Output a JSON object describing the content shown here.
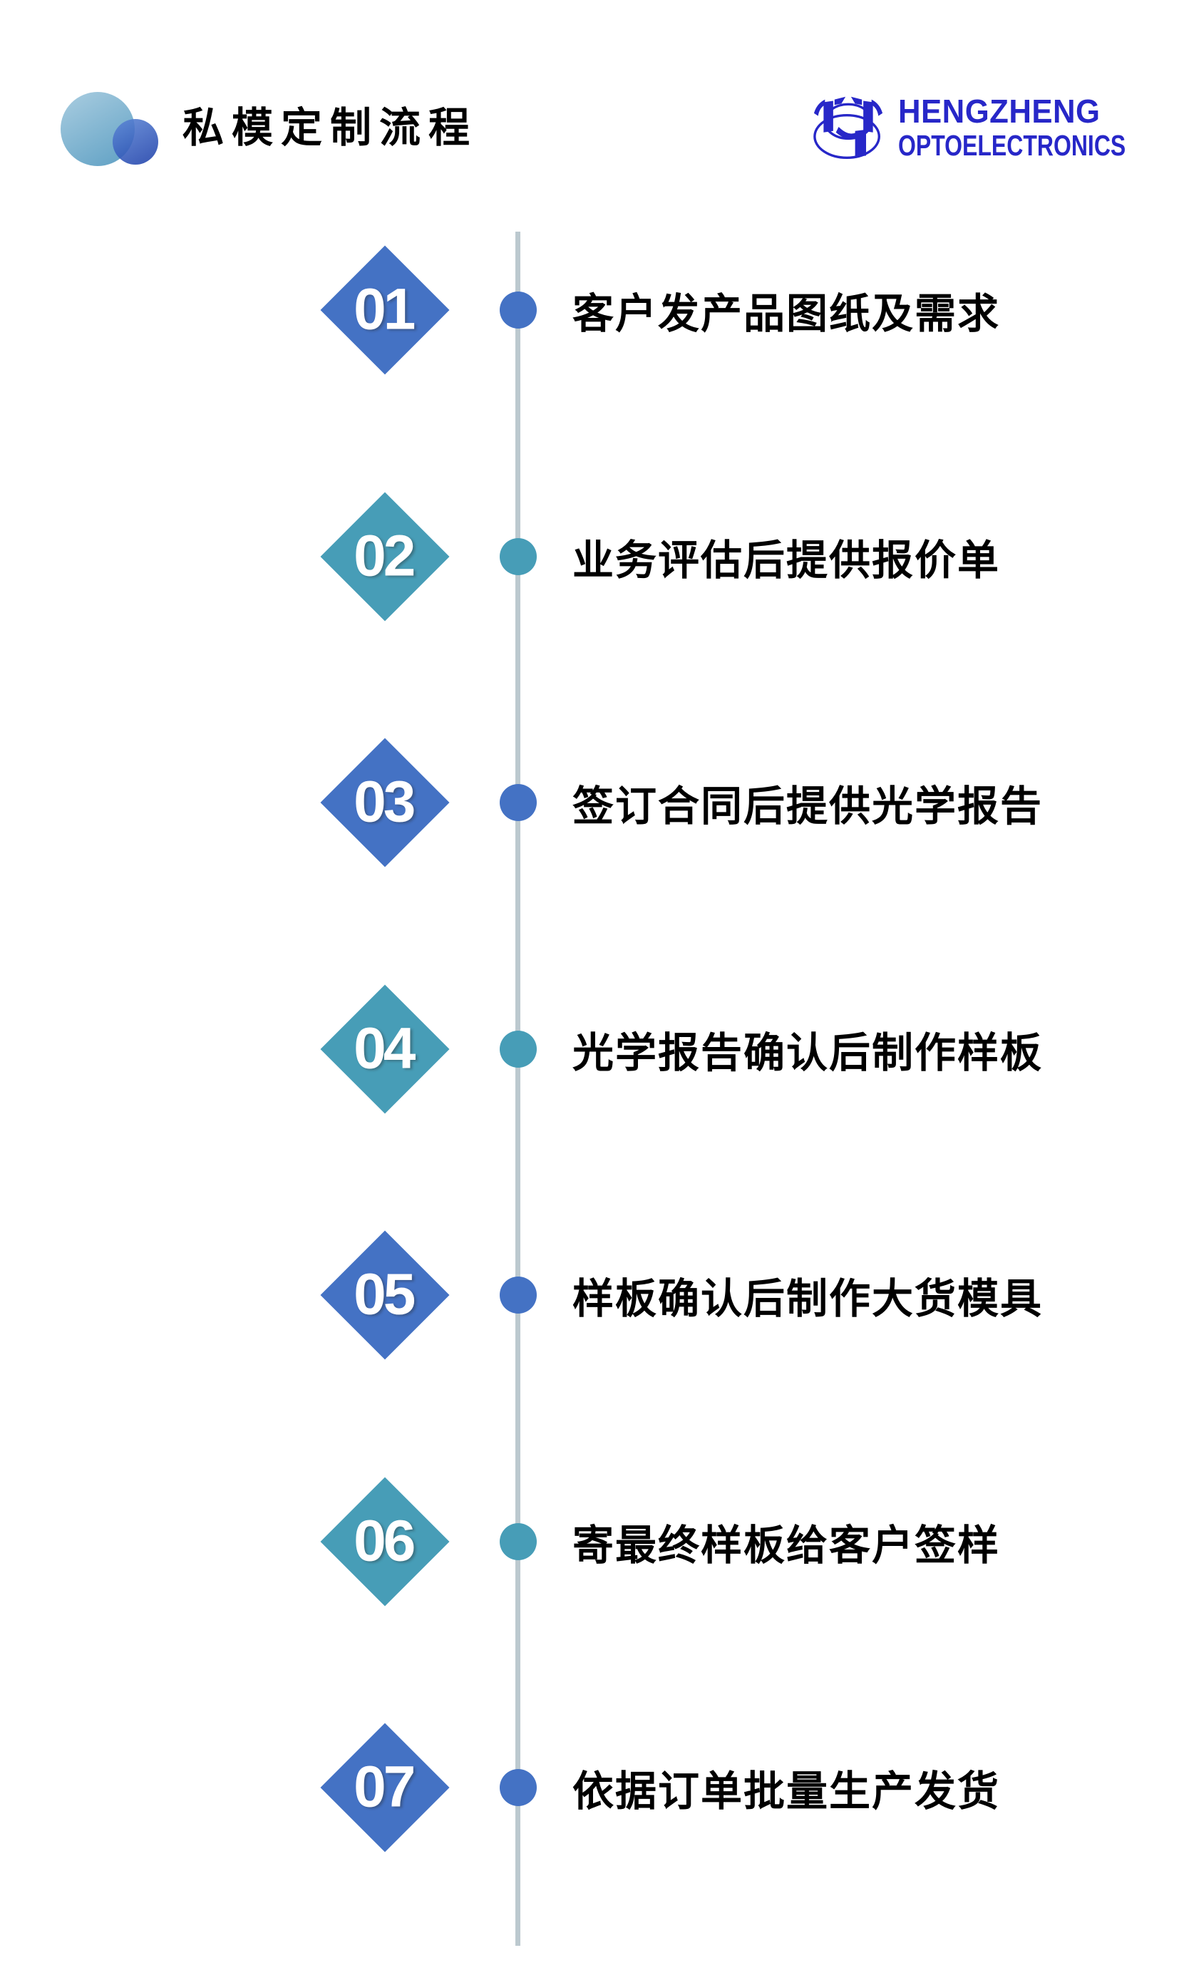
{
  "header": {
    "title": "私模定制流程",
    "logo": {
      "name": "HENGZHENG",
      "subtitle": "OPTOELECTRONICS"
    }
  },
  "colors": {
    "step_blue": "#4472C4",
    "step_teal": "#479DB7",
    "timeline_line": "#BCC9CF",
    "logo_blue": "#2727C8",
    "deco_circle_light_start": "#A6CBDF",
    "deco_circle_light_end": "#62A2C5",
    "deco_circle_dark_start": "#5C86D6",
    "deco_circle_dark_end": "#1B3DA8",
    "text_black": "#000000"
  },
  "steps": [
    {
      "number": "01",
      "label": "客户发产品图纸及需求",
      "color": "blue"
    },
    {
      "number": "02",
      "label": "业务评估后提供报价单",
      "color": "teal"
    },
    {
      "number": "03",
      "label": "签订合同后提供光学报告",
      "color": "blue"
    },
    {
      "number": "04",
      "label": "光学报告确认后制作样板",
      "color": "teal"
    },
    {
      "number": "05",
      "label": "样板确认后制作大货模具",
      "color": "blue"
    },
    {
      "number": "06",
      "label": "寄最终样板给客户签样",
      "color": "teal"
    },
    {
      "number": "07",
      "label": "依据订单批量生产发货",
      "color": "blue"
    }
  ]
}
